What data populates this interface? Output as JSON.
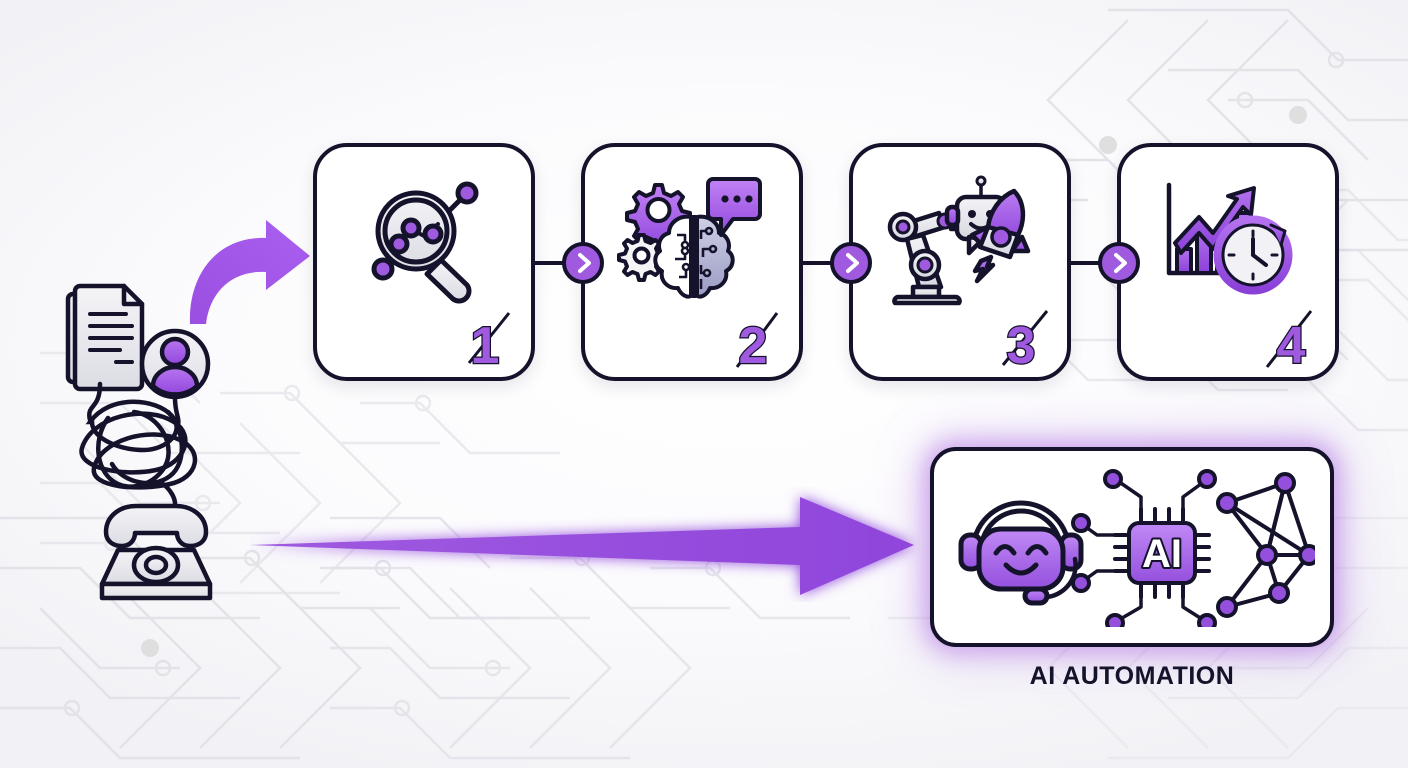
{
  "diagram": {
    "title_visible": false,
    "background_color": "#f5f5f8",
    "accent_purple": "#a855e8",
    "accent_purple_dark": "#8a3fd0",
    "ink_navy": "#14132b",
    "card_fill": "#ffffff",
    "icon_gray": "#e4e4ea"
  },
  "input_cluster": {
    "name": "manual-pain-points",
    "icons": [
      {
        "id": "documents-icon",
        "label": "documents"
      },
      {
        "id": "person-icon",
        "label": "person"
      },
      {
        "id": "tangled-scribble-icon",
        "label": "tangled mess"
      },
      {
        "id": "rotary-phone-icon",
        "label": "rotary phone"
      }
    ]
  },
  "arrows": {
    "curved": {
      "name": "curved-arrow",
      "direction": "right",
      "color": "#a855e8"
    },
    "main": {
      "name": "main-arrow",
      "direction": "right",
      "color": "#9147dd"
    }
  },
  "steps": [
    {
      "number": "1",
      "name": "step-card-analyze",
      "icon": "magnifier-data-icon",
      "icon_description": "magnifying glass over connected data nodes"
    },
    {
      "number": "2",
      "name": "step-card-design",
      "icon": "brain-gears-chat-icon",
      "icon_description": "gears, AI brain and speech bubble"
    },
    {
      "number": "3",
      "name": "step-card-build",
      "icon": "robot-arm-rocket-icon",
      "icon_description": "robotic arm, robot head and rocket"
    },
    {
      "number": "4",
      "name": "step-card-results",
      "icon": "growth-chart-clock-icon",
      "icon_description": "rising bar chart with arrow and clock"
    }
  ],
  "connectors": [
    {
      "name": "connector-1-2",
      "glyph": "chevron-right-icon"
    },
    {
      "name": "connector-2-3",
      "glyph": "chevron-right-icon"
    },
    {
      "name": "connector-3-4",
      "glyph": "chevron-right-icon"
    }
  ],
  "outcome": {
    "name": "ai-automation-card",
    "label": "AI AUTOMATION",
    "icons": [
      {
        "id": "robot-headset-icon",
        "label": "smiling robot with headset"
      },
      {
        "id": "ai-chip-icon",
        "label": "AI",
        "chip_text": "AI"
      },
      {
        "id": "neural-network-icon",
        "label": "neural network nodes"
      }
    ]
  }
}
